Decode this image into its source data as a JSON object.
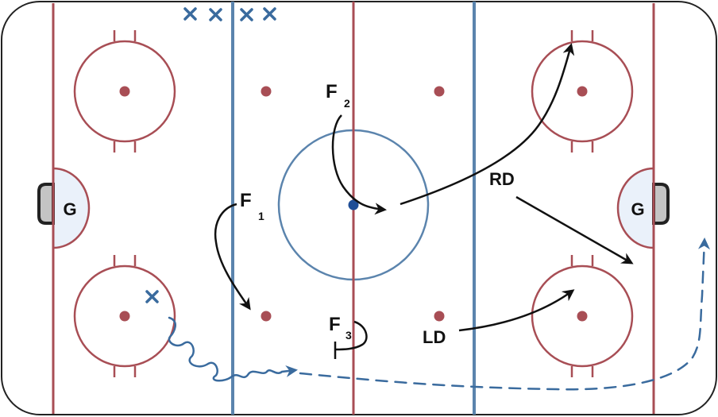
{
  "colors": {
    "red_line": "#a84e55",
    "blue_line": "#5b84ad",
    "center_dot": "#1f4e96",
    "goal_crease": "#eaf1fa",
    "net_fill": "#c4c4c4",
    "skater_x": "#3a6b9e",
    "arrow": "#111111",
    "puck_path": "#3a6b9e"
  },
  "goalies": {
    "left": "G",
    "right": "G"
  },
  "players": {
    "f1": {
      "main": "F",
      "sub": "1"
    },
    "f2": {
      "main": "F",
      "sub": "2"
    },
    "f3": {
      "main": "F",
      "sub": "3"
    },
    "rd": "RD",
    "ld": "LD"
  },
  "icons": {
    "skater_marker": "x-mark-icon",
    "goal_net": "net-icon",
    "arrow_head": "arrowhead-icon"
  }
}
